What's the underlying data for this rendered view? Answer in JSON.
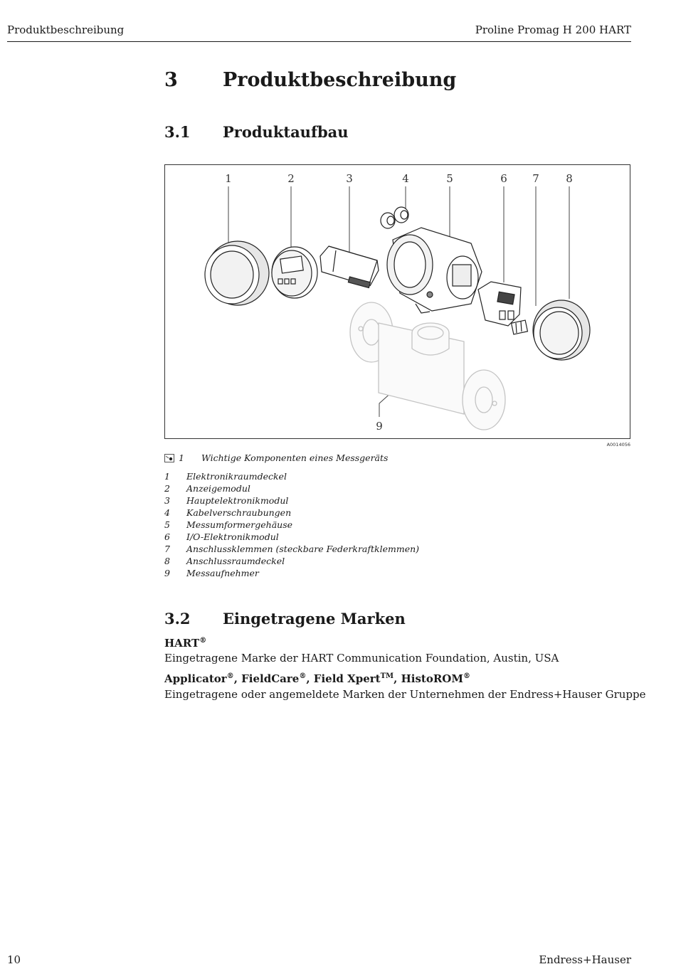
{
  "header": {
    "left": "Produktbeschreibung",
    "right": "Proline Promag H 200 HART"
  },
  "chapter": {
    "number": "3",
    "title": "Produktbeschreibung"
  },
  "section_31": {
    "number": "3.1",
    "title": "Produktaufbau"
  },
  "figure": {
    "callouts": [
      "1",
      "2",
      "3",
      "4",
      "5",
      "6",
      "7",
      "8",
      "9"
    ],
    "id": "A0014056",
    "caption_number": "1",
    "caption": "Wichtige Komponenten eines Messgeräts"
  },
  "legend": [
    {
      "n": "1",
      "label": "Elektronikraumdeckel"
    },
    {
      "n": "2",
      "label": "Anzeigemodul"
    },
    {
      "n": "3",
      "label": "Hauptelektronikmodul"
    },
    {
      "n": "4",
      "label": "Kabelverschraubungen"
    },
    {
      "n": "5",
      "label": "Messumformergehäuse"
    },
    {
      "n": "6",
      "label": "I/O-Elektronikmodul"
    },
    {
      "n": "7",
      "label": "Anschlussklemmen (steckbare Federkraftklemmen)"
    },
    {
      "n": "8",
      "label": "Anschlussraumdeckel"
    },
    {
      "n": "9",
      "label": "Messaufnehmer"
    }
  ],
  "section_32": {
    "number": "3.2",
    "title": "Eingetragene Marken"
  },
  "marks": {
    "hart_heading": "HART",
    "reg": "®",
    "hart_text": "Eingetragene Marke der HART Communication Foundation, Austin, USA",
    "apps": [
      "Applicator",
      "FieldCare",
      "Field Xpert",
      "HistoROM"
    ],
    "tm": "TM",
    "apps_text": "Eingetragene oder angemeldete Marken der Unternehmen der Endress+Hauser Gruppe"
  },
  "footer": {
    "page": "10",
    "brand": "Endress+Hauser"
  }
}
